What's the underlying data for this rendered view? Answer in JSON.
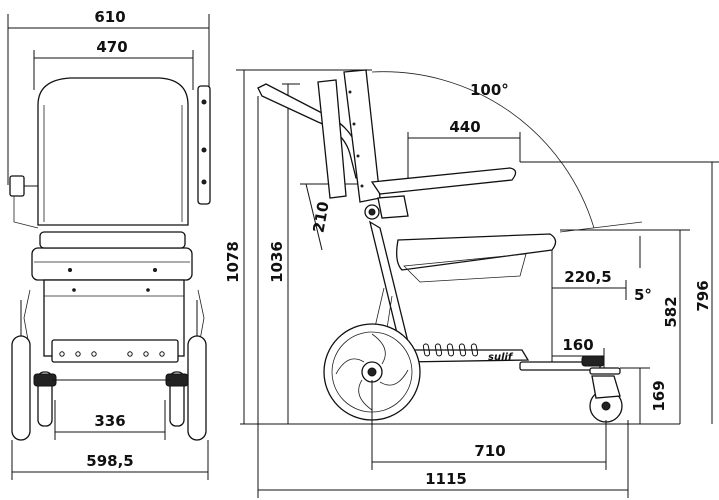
{
  "front_view": {
    "dim_overall_width": "610",
    "dim_seat_width": "470",
    "dim_wheel_track": "336",
    "dim_base_width": "598,5"
  },
  "side_view": {
    "dim_overall_height": "1078",
    "dim_handle_height": "1036",
    "dim_backrest_angle": "100°",
    "dim_armrest_length": "440",
    "dim_armrest_height": "210",
    "dim_seat_offset": "220,5",
    "dim_seat_tilt": "5°",
    "dim_seat_height": "582",
    "dim_armrest_top_height": "796",
    "dim_footrest_length": "160",
    "dim_footrest_height": "169",
    "dim_wheelbase": "710",
    "dim_overall_length": "1115",
    "brand_mark": "sulif"
  }
}
